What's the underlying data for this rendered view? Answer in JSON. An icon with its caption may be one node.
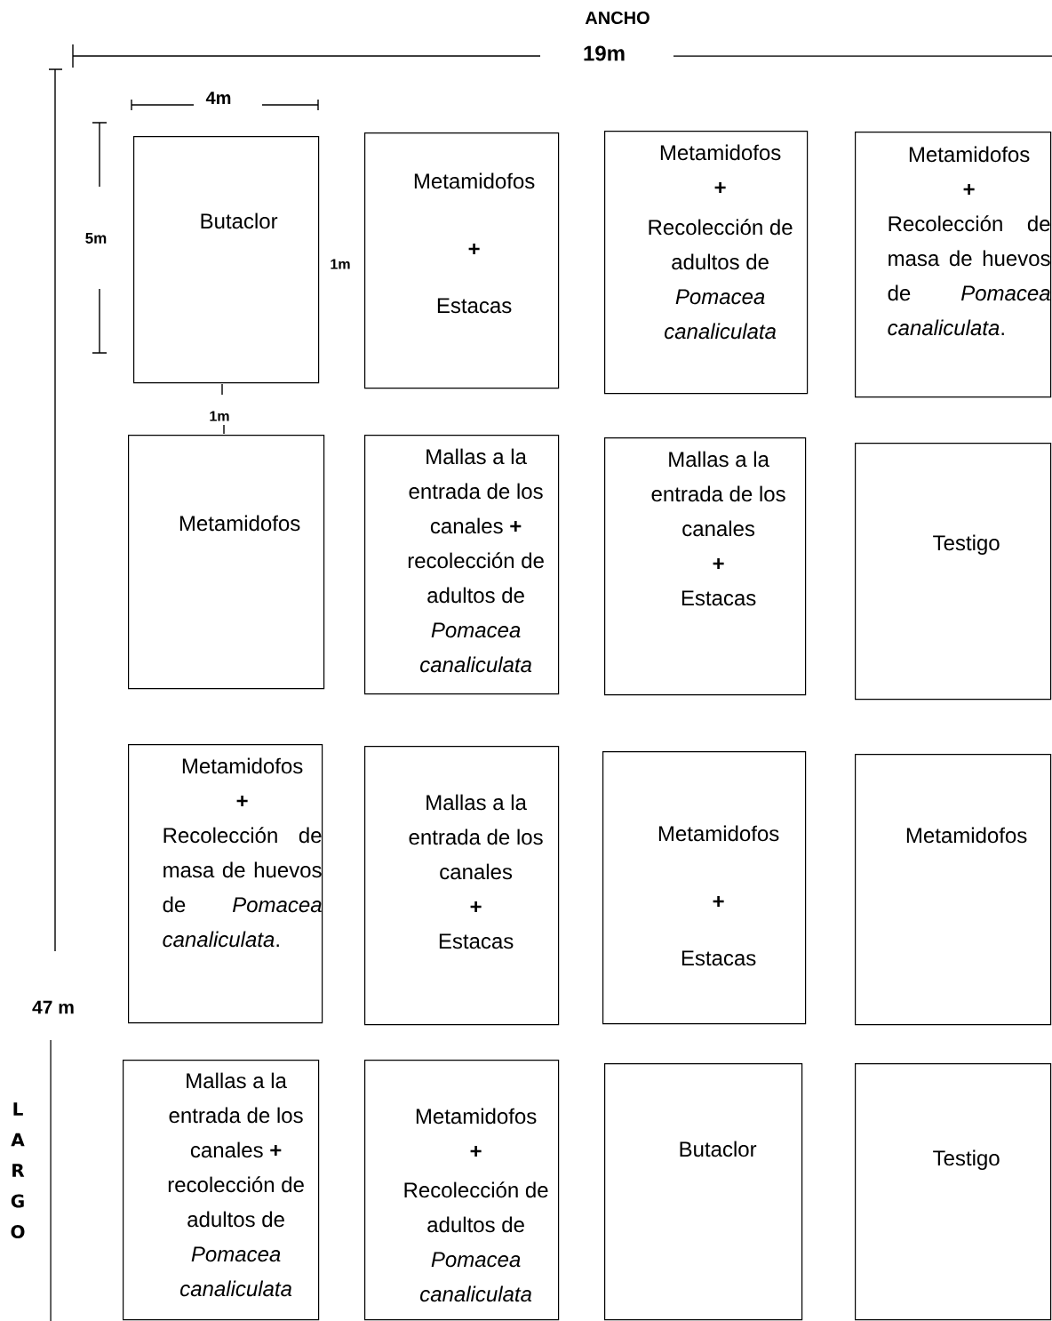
{
  "diagram": {
    "nodes": [
      {
        "text": [
          "Butaclor"
        ]
      },
      {
        "text": [
          "Metamidofos",
          "**+**",
          "Estacas"
        ]
      },
      {
        "text": [
          "Metamidofos",
          "**+**",
          "Recolección de adultos de *Pomacea canaliculata*"
        ]
      },
      {
        "text": [
          "Metamidofos",
          "**+**",
          "Recolección de masa de huevos de *Pomacea canaliculata*."
        ]
      },
      {
        "text": [
          "Metamidofos"
        ]
      },
      {
        "text": [
          "Mallas a la entrada de los canales **+** recolección de adultos de *Pomacea canaliculata*"
        ]
      },
      {
        "text": [
          "Mallas a la entrada de los canales",
          "**+**",
          "Estacas"
        ]
      },
      {
        "text": [
          "Testigo"
        ]
      },
      {
        "text": [
          "Metamidofos",
          "**+**",
          "Recolección de masa de huevos de *Pomacea canaliculata*."
        ]
      },
      {
        "text": [
          "Mallas a la entrada de los canales",
          "**+**",
          "Estacas"
        ]
      },
      {
        "text": [
          "Metamidofos",
          "**+**",
          "Estacas"
        ]
      },
      {
        "text": [
          "Metamidofos"
        ]
      },
      {
        "text": [
          "Mallas a la entrada de los canales **+** recolección de adultos de *Pomacea canaliculata*"
        ]
      },
      {
        "text": [
          "Metamidofos",
          "**+**",
          "Recolección de adultos de *Pomacea canaliculata*"
        ]
      },
      {
        "text": [
          "Butaclor"
        ]
      },
      {
        "text": [
          "Testigo"
        ]
      }
    ],
    "labels": [
      "ANCHO",
      "19m",
      "4m",
      "5m",
      "1m",
      "1m",
      "47 m",
      "LARGO"
    ]
  }
}
